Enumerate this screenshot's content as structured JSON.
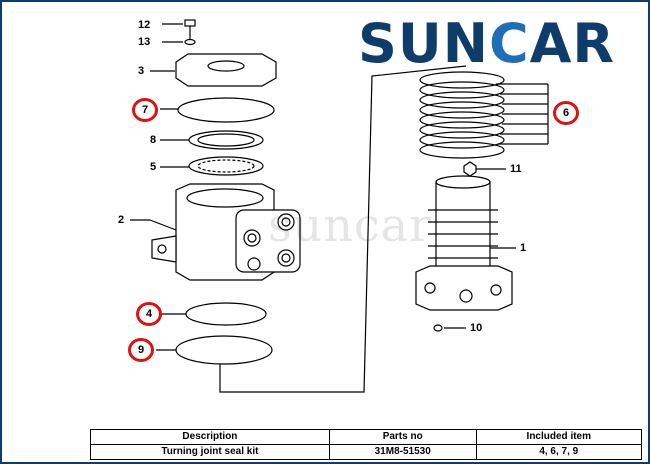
{
  "brand": {
    "name_left": "SUN",
    "name_ring": "C",
    "name_right": "AR",
    "primary_color": "#0f3d6b",
    "accent_color": "#1e6fb8"
  },
  "watermark": "suncar",
  "callouts": {
    "c12": "12",
    "c13": "13",
    "c3": "3",
    "c7": "7",
    "c8": "8",
    "c5": "5",
    "c2": "2",
    "c4": "4",
    "c9": "9",
    "c6": "6",
    "c11": "11",
    "c1": "1",
    "c10": "10"
  },
  "highlight_color": "#e01010",
  "table": {
    "headers": [
      "Description",
      "Parts no",
      "Included item"
    ],
    "rows": [
      [
        "Turning joint seal kit",
        "31M8-51530",
        "4, 6, 7, 9"
      ]
    ]
  }
}
